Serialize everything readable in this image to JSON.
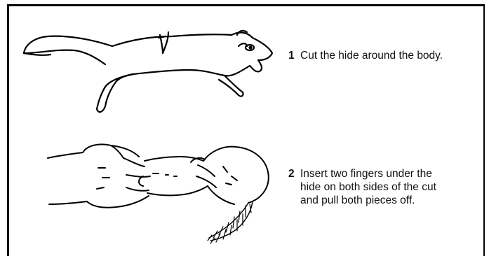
{
  "steps": [
    {
      "number": "1",
      "text": "Cut the hide around the body."
    },
    {
      "number": "2",
      "text": "Insert two fingers under the\nhide on both sides of the cut\nand pull both pieces off."
    }
  ],
  "illustrations": [
    {
      "icon": "squirrel-with-cut-icon"
    },
    {
      "icon": "hands-pulling-hide-icon"
    }
  ]
}
